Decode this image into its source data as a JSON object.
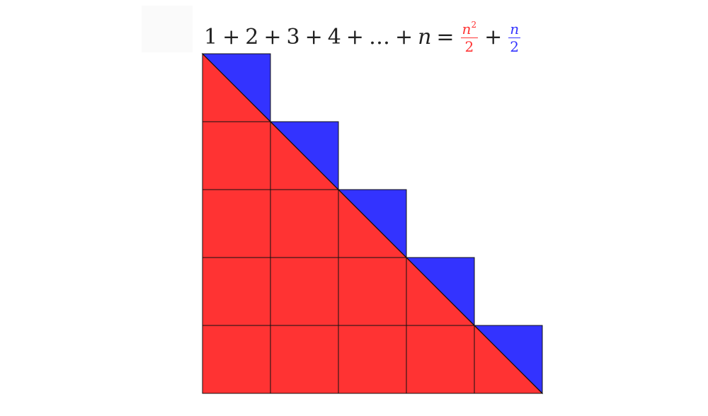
{
  "formula": {
    "t1": "1",
    "plus": "+",
    "t2": "2",
    "t3": "3",
    "t4": "4",
    "ellipsis": "…",
    "var_n": "n",
    "equals": "=",
    "red_frac": {
      "numerator": "n",
      "exponent": "2",
      "denominator": "2"
    },
    "blue_frac": {
      "numerator": "n",
      "denominator": "2"
    }
  },
  "diagram": {
    "rows": 5,
    "lower_color": "#ff3333",
    "upper_color": "#3333ff",
    "stroke_color": "#111111"
  }
}
